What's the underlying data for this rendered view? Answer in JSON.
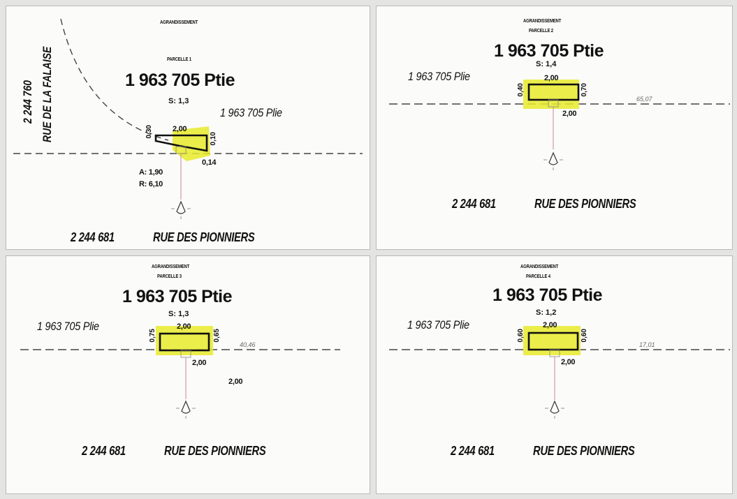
{
  "panels": [
    {
      "header": "AGRANDISSEMENT",
      "parcel": "PARCELLE 1",
      "lot_main": "1 963 705 Ptie",
      "lot_side": "1 963 705 Plie",
      "s_value": "S: 1,3",
      "dim_top": "2,00",
      "dim_left": "0,30",
      "dim_right": "0,10",
      "dim_bottom": "0,14",
      "arc_a": "A: 1,90",
      "arc_r": "R: 6,10",
      "lot_bottom": "2 244 681",
      "street_bottom": "RUE DES PIONNIERS",
      "lot_left": "2 244 760",
      "street_left": "RUE DE LA FALAISE"
    },
    {
      "header": "AGRANDISSEMENT",
      "parcel": "PARCELLE 2",
      "lot_main": "1 963 705 Ptie",
      "lot_side": "1 963 705 Plie",
      "s_value": "S: 1,4",
      "dim_top": "2,00",
      "dim_left": "0,40",
      "dim_right": "0,70",
      "dim_bottom": "2,00",
      "grid_value": "65,07",
      "lot_bottom": "2 244 681",
      "street_bottom": "RUE DES PIONNIERS"
    },
    {
      "header": "AGRANDISSEMENT",
      "parcel": "PARCELLE 3",
      "lot_main": "1 963 705 Ptie",
      "lot_side": "1 963 705 Plie",
      "s_value": "S: 1,3",
      "dim_top": "2,00",
      "dim_left": "0,75",
      "dim_right": "0,65",
      "dim_bottom": "2,00",
      "dim_extra": "2,00",
      "grid_value": "40,46",
      "lot_bottom": "2 244 681",
      "street_bottom": "RUE DES PIONNIERS"
    },
    {
      "header": "AGRANDISSEMENT",
      "parcel": "PARCELLE 4",
      "lot_main": "1 963 705 Ptie",
      "lot_side": "1 963 705 Plie",
      "s_value": "S: 1,2",
      "dim_top": "2,00",
      "dim_left": "0,60",
      "dim_right": "0,60",
      "dim_bottom": "2,00",
      "grid_value": "17,01",
      "lot_bottom": "2 244 681",
      "street_bottom": "RUE DES PIONNIERS"
    }
  ],
  "colors": {
    "highlight": "#e8ea2a",
    "line": "#222222",
    "dashed": "#555555",
    "lamp_line": "#c98a8a"
  },
  "icons": [
    "street-light-icon"
  ]
}
